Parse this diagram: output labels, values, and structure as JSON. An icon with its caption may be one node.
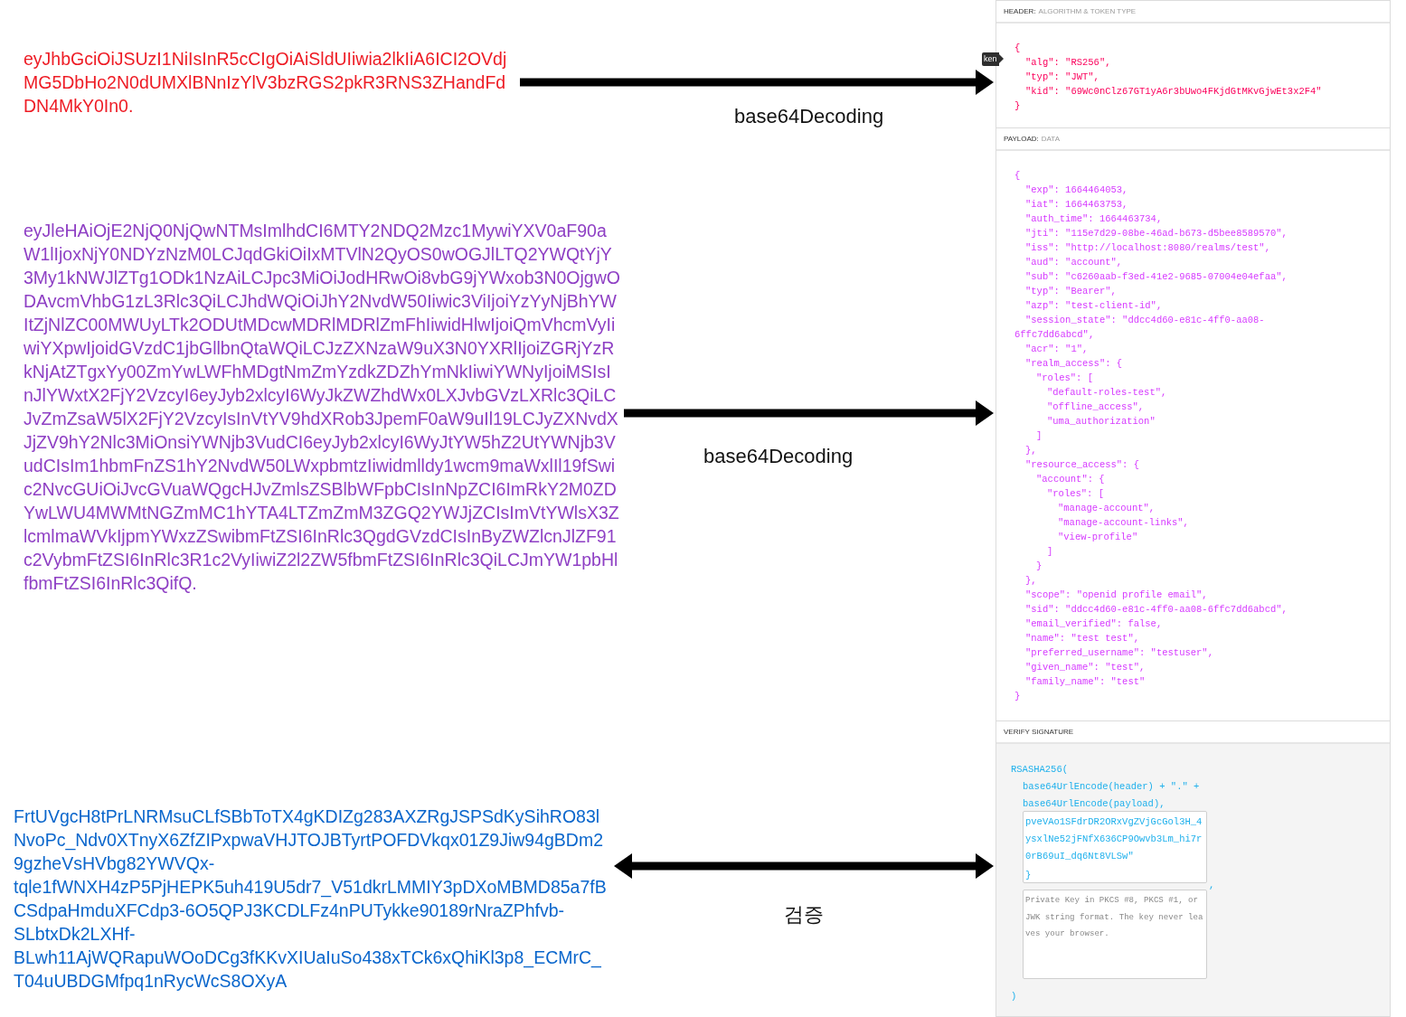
{
  "diagram": {
    "nodes": [
      {
        "text": [
          "eyJhbGciOiJSUzI1NiIsInR5cCIgOiAiSldUIiwia2lkIiA6ICI2OVdjMG5DbHo2N0dUMXlBNnIzYlV3bzRGS2pkR3RNS3ZHandFdDN4MkY0In0."
        ]
      },
      {
        "text": [
          "eyJleHAiOjE2NjQ0NjQwNTMsImlhdCI6MTY2NDQ2Mzc1MywiYXV0aF90aW1lIjoxNjY0NDYzNzM0LCJqdGkiOiIxMTVlN2QyOS0wOGJlLTQ2YWQtYjY3My1kNWJlZTg1ODk1NzAiLCJpc3MiOiJodHRwOi8vbG9jYWxob3N0OjgwODAvcmVhbG1zL3Rlc3QiLCJhdWQiOiJhY2NvdW50Iiwic3ViIjoiYzYyNjBhYWItZjNlZC00MWUyLTk2ODUtMDcwMDRlMDRlZmFhIiwidHlwIjoiQmVhcmVyIiwiYXpwIjoidGVzdC1jbGllbnQtaWQiLCJzZXNzaW9uX3N0YXRlIjoiZGRjYzRkNjAtZTgxYy00ZmYwLWFhMDgtNmZmYzdkZDZhYmNkIiwiYWNyIjoiMSIsInJlYWxtX2FjY2VzcyI6eyJyb2xlcyI6WyJkZWZhdWx0LXJvbGVzLXRlc3QiLCJvZmZsaW5lX2FjY2VzcyIsInVtYV9hdXRob3JpemF0aW9uIl19LCJyZXNvdXJjZV9hY2Nlc3MiOnsiYWNjb3VudCI6eyJyb2xlcyI6WyJtYW5hZ2UtYWNjb3VudCIsIm1hbmFnZS1hY2NvdW50LWxpbmtzIiwidmlldy1wcm9maWxlIl19fSwic2NvcGUiOiJvcGVuaWQgcHJvZmlsZSBlbWFpbCIsInNpZCI6ImRkY2M0ZDYwLWU4MWMtNGZmMC1hYTA4LTZmZmM3ZGQ2YWJjZCIsImVtYWlsX3ZlcmlmaWVkIjpmYWxzZSwibmFtZSI6InRlc3QgdGVzdCIsInByZWZlcnJlZF91c2VybmFtZSI6InRlc3R1c2VyIiwiZ2l2ZW5fbmFtZSI6InRlc3QiLCJmYW1pbHlfbmFtZSI6InRlc3QifQ."
        ]
      },
      {
        "text": [
          "FrtUVgcH8tPrLNRMsuCLfSBbToTX4gKDIZg283AXZRgJSPSdKySihRO83lNvoPc_Ndv0XTnyX6ZfZIPxpwaVHJTOJBTyrtPOFDVkqx01Z9Jiw94gBDm29gzheVsHVbg82YWVQx-tqle1fWNXH4zP5PjHEPK5uh419U5dr7_V51dkrLMMIY3pDXoMBMD85a7fBCSdpaHmduXFCdp3-6O5QPJ3KCDLFz4nPUTykke90189rNraZPhfvb-SLbtxDk2LXHf-BLwh11AjWQRapuWOoDCg3fKKvXIUaIuSo438xTCk6xQhiKl3p8_ECMrC_T04uUBDGMfpq1nRycWcS8OXyA"
        ]
      },
      {
        "text": [
          "HEADER:",
          "ALGORITHM & TOKEN TYPE",
          "{",
          "\"alg\": \"RS256\",",
          "\"typ\": \"JWT\",",
          "\"kid\": \"69Wc0nClz67GT1yA6r3bUwo4FKjdGtMKvGjwEt3x2F4\"",
          "}"
        ]
      },
      {
        "text": [
          "PAYLOAD:",
          "DATA",
          "{",
          "\"exp\": 1664464053,",
          "\"iat\": 1664463753,",
          "\"auth_time\": 1664463734,",
          "\"jti\": \"115e7d29-08be-46ad-b673-d5bee8589570\",",
          "\"iss\": \"http://localhost:8080/realms/test\",",
          "\"aud\": \"account\",",
          "\"sub\": \"c6260aab-f3ed-41e2-9685-07004e04efaa\",",
          "\"typ\": \"Bearer\",",
          "\"azp\": \"test-client-id\",",
          "\"session_state\": \"ddcc4d60-e81c-4ff0-aa08-6ffc7dd6abcd\",",
          "\"acr\": \"1\",",
          "\"realm_access\": {",
          "\"roles\": [",
          "\"default-roles-test\",",
          "\"offline_access\",",
          "\"uma_authorization\"",
          "]",
          "},",
          "\"resource_access\": {",
          "\"account\": {",
          "\"roles\": [",
          "\"manage-account\",",
          "\"manage-account-links\",",
          "\"view-profile\"",
          "]",
          "}",
          "},",
          "\"scope\": \"openid profile email\",",
          "\"sid\": \"ddcc4d60-e81c-4ff0-aa08-6ffc7dd6abcd\",",
          "\"email_verified\": false,",
          "\"name\": \"test test\",",
          "\"preferred_username\": \"testuser\",",
          "\"given_name\": \"test\",",
          "\"family_name\": \"test\"",
          "}"
        ]
      },
      {
        "text": [
          "VERIFY SIGNATURE",
          "RSASHA256(",
          "base64UrlEncode(header) + \".\" +",
          "base64UrlEncode(payload),",
          ",",
          ")"
        ]
      },
      {
        "text": [
          "pveVAo1SFdrDR2ORxVgZVjGcGol3H_4ysxlNe52jFNfX636CP9Owvb3Lm_hi7r0rB69uI_dq6Nt8VLSw\"",
          "}"
        ],
        "in": 5
      },
      {
        "text": [
          "Private Key in PKCS #8, PKCS #1, or JWK string format. The key never leaves your browser."
        ],
        "in": 5
      }
    ],
    "edges": [
      {
        "from": 0,
        "to": 3,
        "arrow": "to",
        "label": "base64Decoding"
      },
      {
        "from": 1,
        "to": 4,
        "arrow": "to",
        "label": "base64Decoding"
      },
      {
        "from": 2,
        "to": 5,
        "arrow": "both",
        "label": "검증"
      }
    ],
    "labels": [
      "ken"
    ]
  }
}
